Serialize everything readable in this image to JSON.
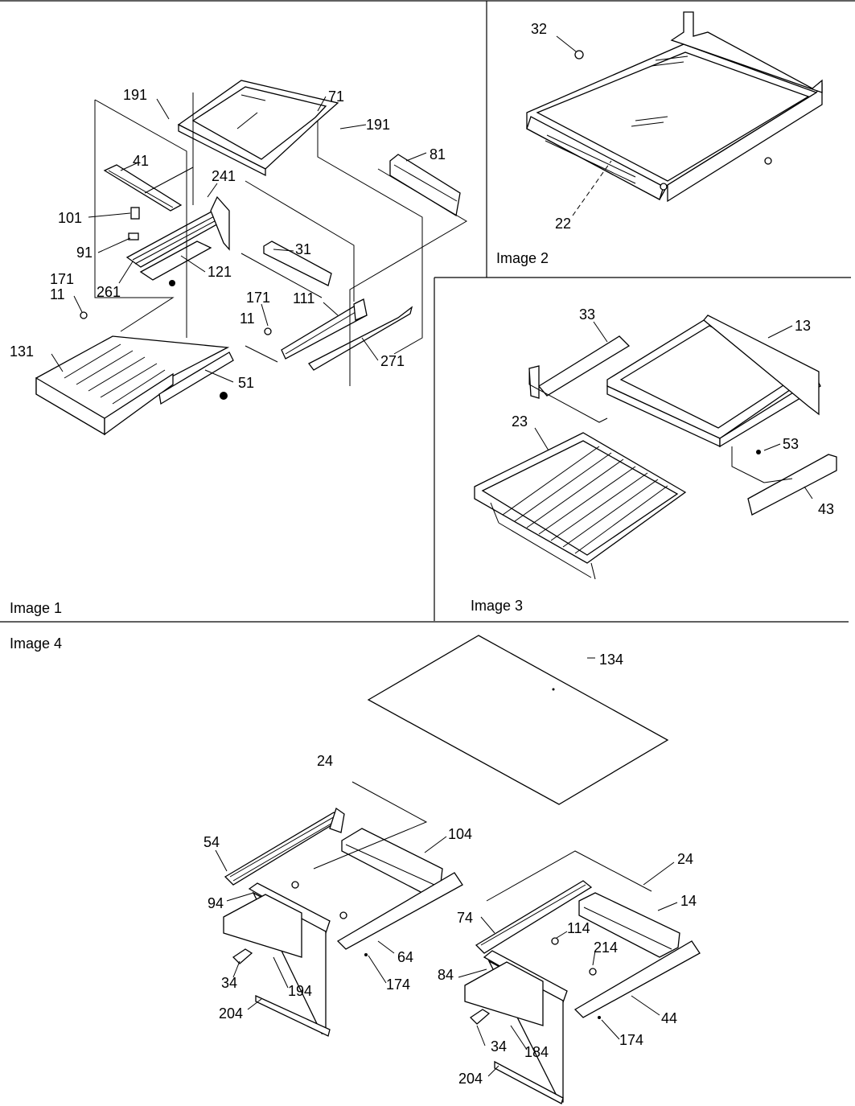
{
  "captions": {
    "image1": "Image 1",
    "image2": "Image 2",
    "image3": "Image 3",
    "image4": "Image 4"
  },
  "labels": {
    "p191a": "191",
    "p71": "71",
    "p191b": "191",
    "p81": "81",
    "p41": "41",
    "p241": "241",
    "p101": "101",
    "p91": "91",
    "p261": "261",
    "p121": "121",
    "p31": "31",
    "p171a": "171",
    "p11a": "11",
    "p171b": "171",
    "p11b": "11",
    "p111": "111",
    "p131": "131",
    "p51": "51",
    "p271": "271",
    "p32": "32",
    "p22": "22",
    "p33": "33",
    "p13": "13",
    "p23": "23",
    "p53": "53",
    "p43": "43",
    "p134": "134",
    "p24a": "24",
    "p54": "54",
    "p104": "104",
    "p94": "94",
    "p64": "64",
    "p34a": "34",
    "p194": "194",
    "p174a": "174",
    "p204a": "204",
    "p24b": "24",
    "p14": "14",
    "p74": "74",
    "p114": "114",
    "p214": "214",
    "p84": "84",
    "p44": "44",
    "p34b": "34",
    "p184": "184",
    "p174b": "174",
    "p204b": "204"
  }
}
